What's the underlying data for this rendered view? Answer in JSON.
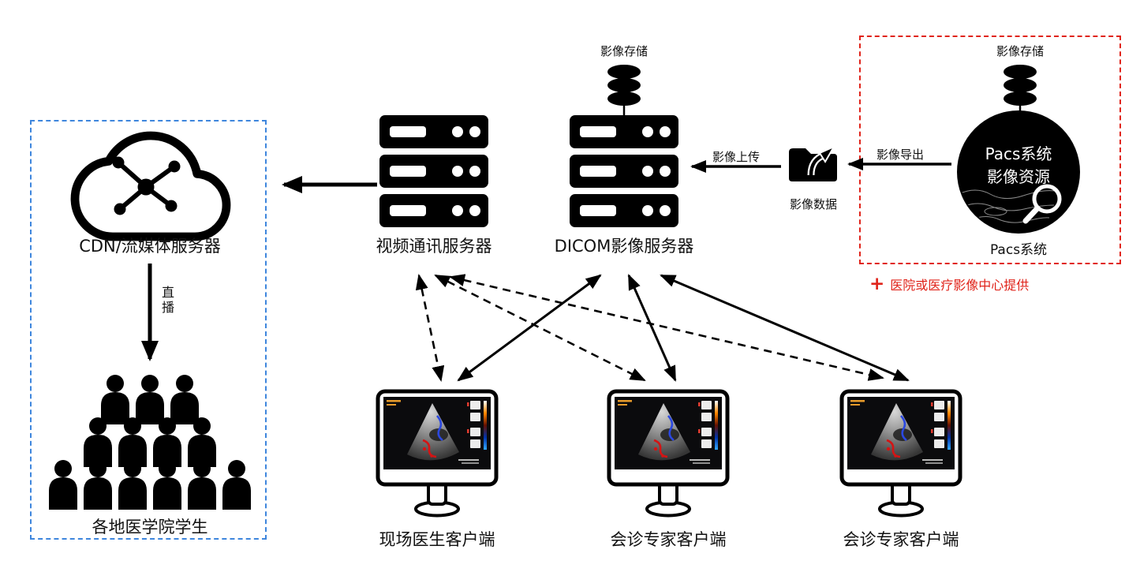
{
  "diagram": {
    "left": {
      "cdn_label": "CDN/流媒体服务器",
      "live_label": "直播",
      "students_label": "各地医学院学生"
    },
    "servers": {
      "video_label": "视频通讯服务器",
      "dicom_label": "DICOM影像服务器",
      "storage_label": "影像存储"
    },
    "transfer": {
      "upload_label": "影像上传",
      "folder_label": "影像数据",
      "export_label": "影像导出"
    },
    "pacs": {
      "storage_label": "影像存储",
      "circle_line1": "Pacs系统",
      "circle_line2": "影像资源",
      "caption": "Pacs系统",
      "note_plus": "+",
      "note_text": "医院或医疗影像中心提供"
    },
    "clients": [
      {
        "label": "现场医生客户端"
      },
      {
        "label": "会诊专家客户端"
      },
      {
        "label": "会诊专家客户端"
      }
    ],
    "colors": {
      "provider_box": "#e0241b",
      "audience_box": "#3e86dd",
      "ink": "#000000"
    },
    "connections": [
      {
        "from": "pacs-system",
        "to": "image-data-folder",
        "label": "影像导出",
        "style": "solid-arrow"
      },
      {
        "from": "image-data-folder",
        "to": "dicom-server",
        "label": "影像上传",
        "style": "solid-arrow"
      },
      {
        "from": "video-server",
        "to": "cdn-server",
        "style": "solid-arrow"
      },
      {
        "from": "cdn-server",
        "to": "students",
        "label": "直播",
        "style": "solid-arrow"
      },
      {
        "from": "video-server",
        "to": "client-1",
        "style": "dashed-double-arrow"
      },
      {
        "from": "video-server",
        "to": "client-2",
        "style": "dashed-double-arrow"
      },
      {
        "from": "video-server",
        "to": "client-3",
        "style": "dashed-double-arrow"
      },
      {
        "from": "dicom-server",
        "to": "client-1",
        "style": "solid-double-arrow"
      },
      {
        "from": "dicom-server",
        "to": "client-2",
        "style": "solid-double-arrow"
      },
      {
        "from": "dicom-server",
        "to": "client-3",
        "style": "solid-double-arrow"
      }
    ]
  }
}
